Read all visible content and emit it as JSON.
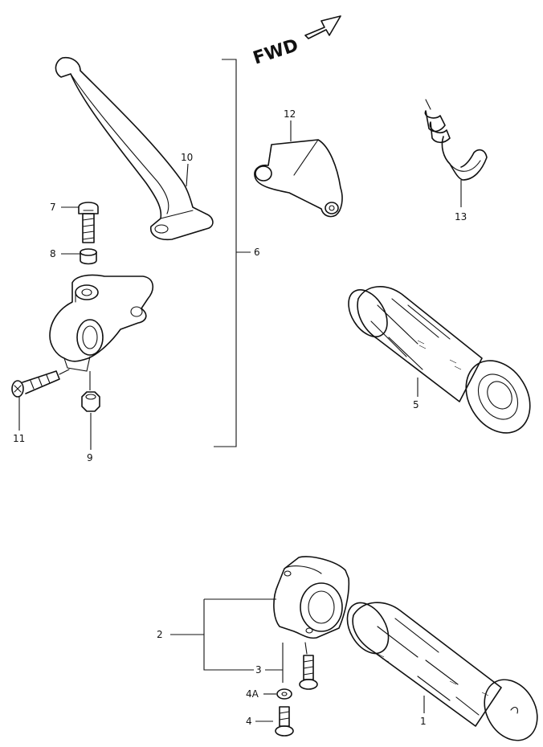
{
  "fwd": "FWD",
  "labels": {
    "p1": "1",
    "p2": "2",
    "p3": "3",
    "p4": "4",
    "p4a": "4A",
    "p5": "5",
    "p6": "6",
    "p7": "7",
    "p8": "8",
    "p9": "9",
    "p10": "10",
    "p11": "11",
    "p12": "12",
    "p13": "13"
  }
}
